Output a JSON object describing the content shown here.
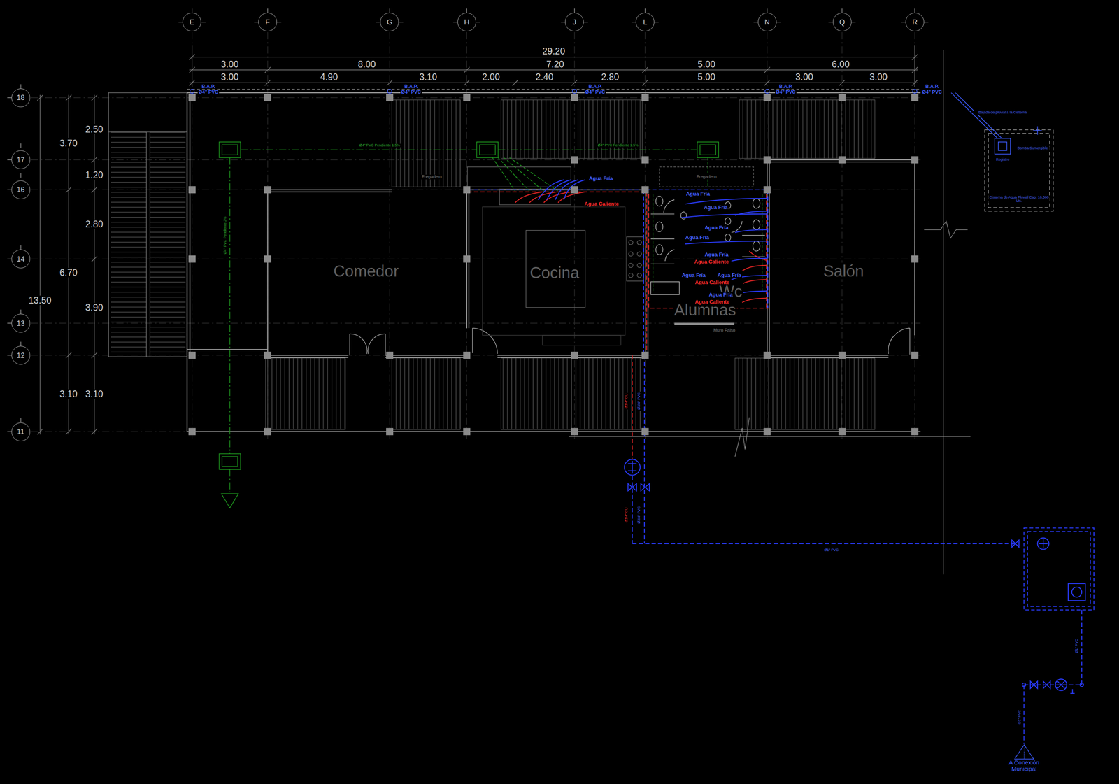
{
  "diagram": {
    "nodes": [
      {
        "text": [
          "E"
        ]
      },
      {
        "text": [
          "F"
        ]
      },
      {
        "text": [
          "G"
        ]
      },
      {
        "text": [
          "H"
        ]
      },
      {
        "text": [
          "J"
        ]
      },
      {
        "text": [
          "L"
        ]
      },
      {
        "text": [
          "N"
        ]
      },
      {
        "text": [
          "Q"
        ]
      },
      {
        "text": [
          "R"
        ]
      },
      {
        "text": [
          "18"
        ]
      },
      {
        "text": [
          "17"
        ]
      },
      {
        "text": [
          "16"
        ]
      },
      {
        "text": [
          "14"
        ]
      },
      {
        "text": [
          "13"
        ]
      },
      {
        "text": [
          "12"
        ]
      },
      {
        "text": [
          "11"
        ]
      },
      {
        "text": [
          "A Conexión Municipal"
        ]
      }
    ],
    "labels": [
      "29.20",
      "3.00",
      "8.00",
      "7.20",
      "5.00",
      "6.00",
      "3.00",
      "4.90",
      "3.10",
      "2.00",
      "2.40",
      "2.80",
      "5.00",
      "3.00",
      "3.00",
      "2.50",
      "3.70",
      "1.20",
      "2.80",
      "6.70",
      "13.50",
      "3.90",
      "3.10",
      "3.10",
      "B.A.P.",
      "Ø4\" PVC",
      "B.A.P.",
      "Ø4\" PVC",
      "B.A.P.",
      "Ø4\" PVC",
      "B.A.P.",
      "Ø4\" PVC",
      "B.A.P.",
      "Ø4\" PVC",
      "Comedor",
      "Cocina",
      "Salón",
      "Wc",
      "Alumnas",
      "Agua Fría",
      "Agua Caliente",
      "Agua Fría",
      "Agua Fría",
      "Agua Fría",
      "Agua Fría",
      "Agua Fría",
      "Agua Caliente",
      "Agua Fría",
      "Agua Fría",
      "Agua Caliente",
      "Agua Fría",
      "Agua Caliente",
      "Ø4\" PVC Pendiente 1.5%",
      "Ø4\" PVC Pendiente 1.5%",
      "Ø4\" PVC Pendiente 2%",
      "Fregadero",
      "Fregadero",
      "Muro Falso",
      "Ø3/4\" CU",
      "Ø3/4\" PVC",
      "Ø3/4\" CU",
      "Ø3/4\" PVC",
      "Ø1\" PVC",
      "Ø1\" PVC",
      "Ø1\" PVC",
      "Bajada de pluvial a la Cisterna",
      "Registro",
      "Bomba Sumergible",
      "Cisterna de Agua Pluvial Cap. 10,000 Lts."
    ]
  }
}
